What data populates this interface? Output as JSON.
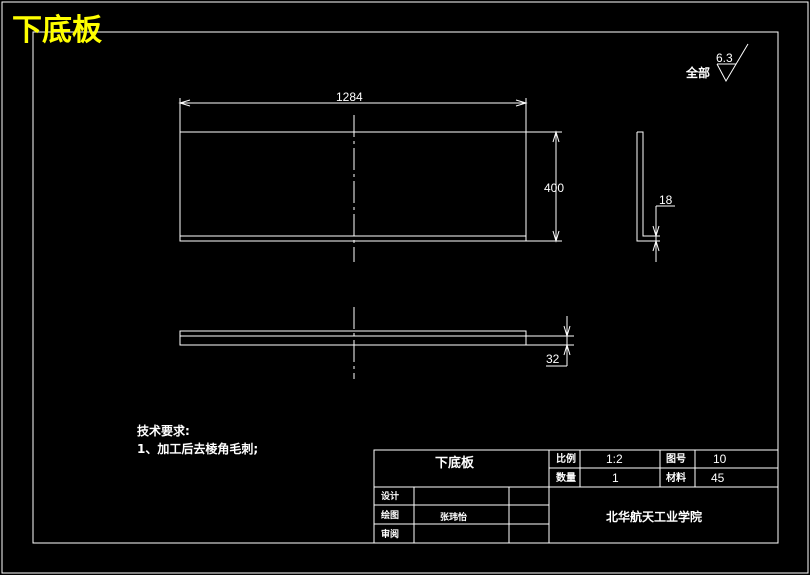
{
  "drawing": {
    "title_big": "下底板",
    "roughness_label": "全部",
    "roughness_value": "6.3",
    "dims": {
      "width": "1284",
      "height": "400",
      "edge": "18",
      "thickness": "32"
    },
    "tech_req_title": "技术要求:",
    "tech_req_1": "1、加工后去棱角毛刺;"
  },
  "title_block": {
    "part_name": "下底板",
    "scale_label": "比例",
    "scale_value": "1:2",
    "drawing_no_label": "图号",
    "drawing_no_value": "10",
    "qty_label": "数量",
    "qty_value": "1",
    "material_label": "材料",
    "material_value": "45",
    "design_label": "设计",
    "drawn_label": "绘图",
    "drawn_value": "张玮怡",
    "review_label": "审阅",
    "school": "北华航天工业学院"
  },
  "colors": {
    "background": "#000000",
    "line": "#ffffff",
    "title_yellow": "#ffff00"
  }
}
